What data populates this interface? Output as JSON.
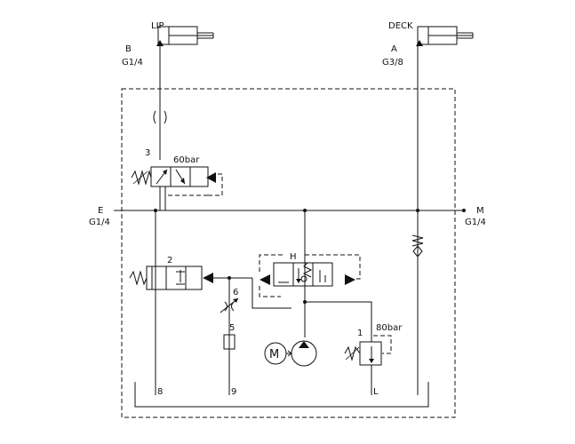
{
  "labels": {
    "lip": "LIP",
    "deck": "DECK",
    "port_b": "B",
    "port_b_size": "G1/4",
    "port_a": "A",
    "port_a_size": "G3/8",
    "port_e": "E",
    "port_e_size": "G1/4",
    "port_m": "M",
    "port_m_size": "G1/4",
    "valve_3": "3",
    "valve_3_setting": "60bar",
    "valve_2": "2",
    "valve_h": "H",
    "throttle_6": "6",
    "filter_5": "5",
    "relief_1": "1",
    "relief_1_setting": "80bar",
    "line_8": "8",
    "line_9": "9",
    "line_l": "L"
  }
}
